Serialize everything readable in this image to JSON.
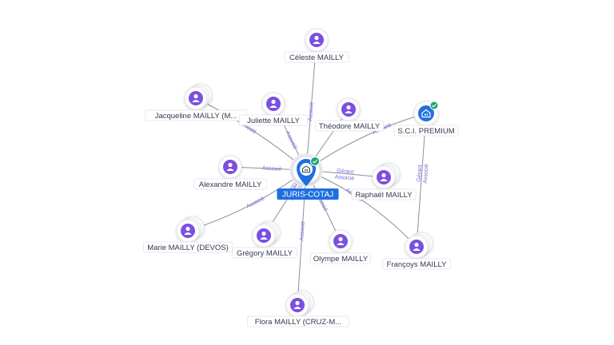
{
  "colors": {
    "person": "#7b4fe0",
    "company": "#1f6fe0",
    "center": "#1f6fe0",
    "check": "#1ea672",
    "edge_label": "#7b67d6"
  },
  "center": {
    "label": "JURIS-COTAJ",
    "icon": "building-icon",
    "verified": true
  },
  "company_node": {
    "label": "S.C.I. PREMIUM",
    "icon": "building-icon",
    "verified": true
  },
  "people": [
    {
      "name": "Céleste MAILLY",
      "icon": "person-icon"
    },
    {
      "name": "Jacqueline MAILLY (M...",
      "icon": "person-icon"
    },
    {
      "name": "Juliette MAILLY",
      "icon": "person-icon"
    },
    {
      "name": "Théodore MAILLY",
      "icon": "person-icon"
    },
    {
      "name": "Alexandre MAILLY",
      "icon": "person-icon"
    },
    {
      "name": "Raphaël MAILLY",
      "icon": "person-icon"
    },
    {
      "name": "Marie MAILLY (DEVOS)",
      "icon": "person-icon"
    },
    {
      "name": "Grégory MAILLY",
      "icon": "person-icon"
    },
    {
      "name": "Olympe MAILLY",
      "icon": "person-icon"
    },
    {
      "name": "Françoys MAILLY",
      "icon": "person-icon"
    },
    {
      "name": "Flora MAILLY (CRUZ-M...",
      "icon": "person-icon"
    }
  ],
  "edge_labels": {
    "associe": "Associé",
    "gerant": "Gérant"
  }
}
